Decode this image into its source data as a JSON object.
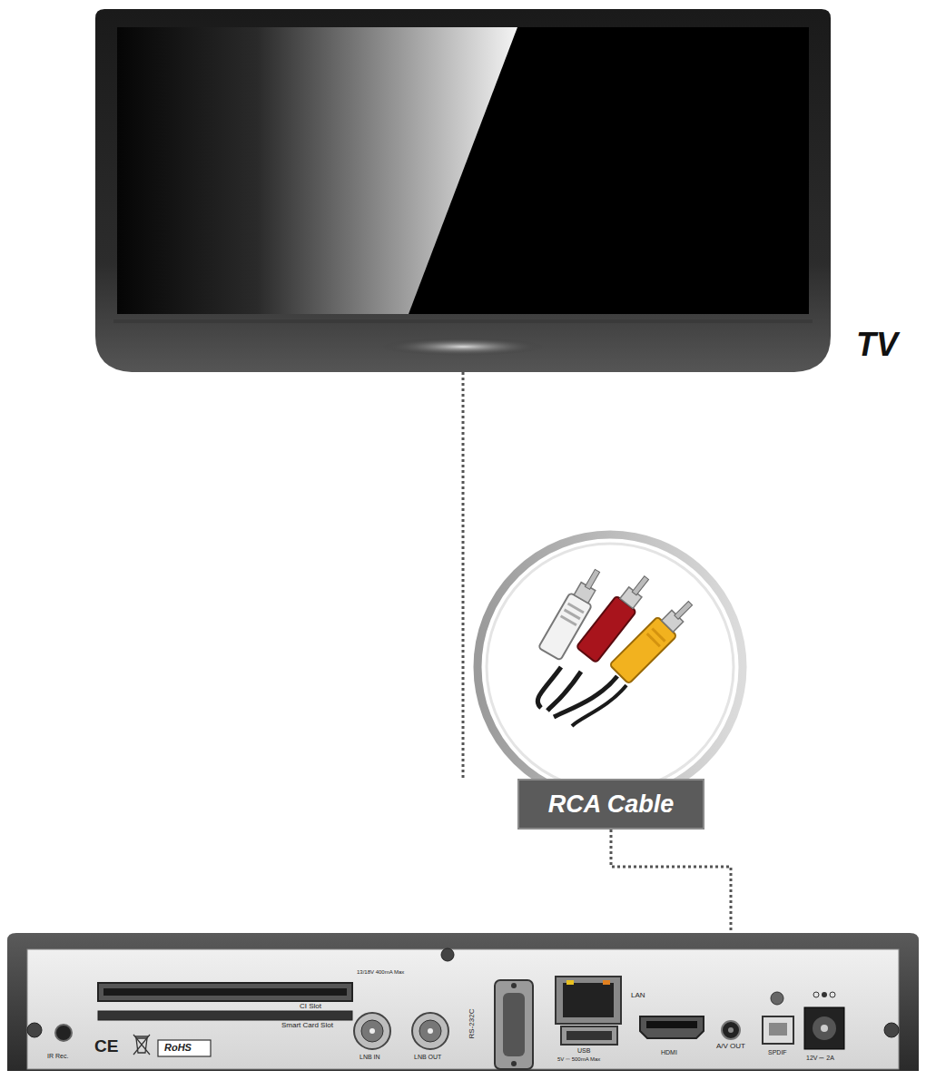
{
  "diagram": {
    "nodes": [
      {
        "text": [
          "TV"
        ]
      },
      {
        "text": [
          "RCA Cable"
        ]
      },
      {
        "text": [
          "A/V OUT"
        ]
      }
    ],
    "edges": [
      {
        "from": 0,
        "to": 1,
        "arrow": "none"
      },
      {
        "from": 1,
        "to": 2,
        "arrow": "none"
      }
    ],
    "labels": [
      "CI Slot",
      "Smart Card Slot",
      "IR Rec.",
      "CE",
      "RoHS",
      "13/18V 400mA Max",
      "LNB IN",
      "LNB OUT",
      "RS-232C",
      "LAN",
      "USB",
      "5V ⎓ 500mA Max",
      "HDMI",
      "SPDIF",
      "12V ⎓ 2A"
    ]
  }
}
